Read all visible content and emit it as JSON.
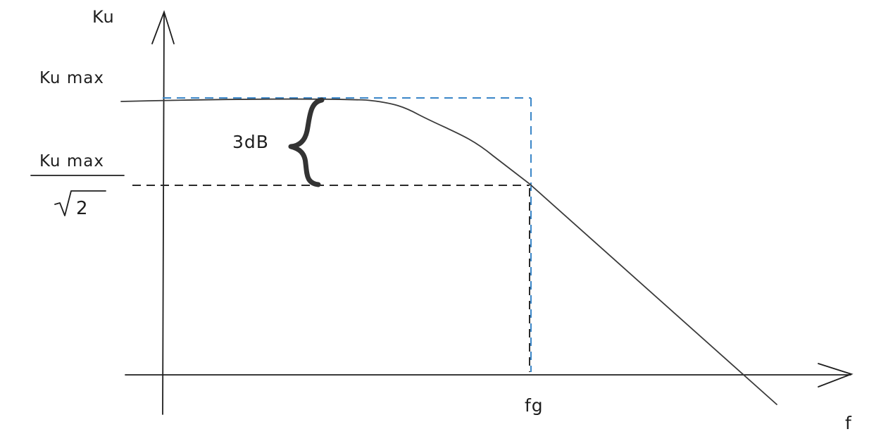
{
  "diagram": {
    "y_axis_label": "Ku",
    "x_axis_label": "f",
    "max_gain_label": "Ku max",
    "cutoff_gain_numerator": "Ku max",
    "cutoff_gain_denominator": "2",
    "drop_label": "3dB",
    "cutoff_frequency_label": "fg"
  },
  "colors": {
    "ink": "#1e1e1e",
    "curve": "#3a3a3a",
    "guide_blue": "#3a86c8",
    "guide_dark": "#2a2a2a"
  }
}
